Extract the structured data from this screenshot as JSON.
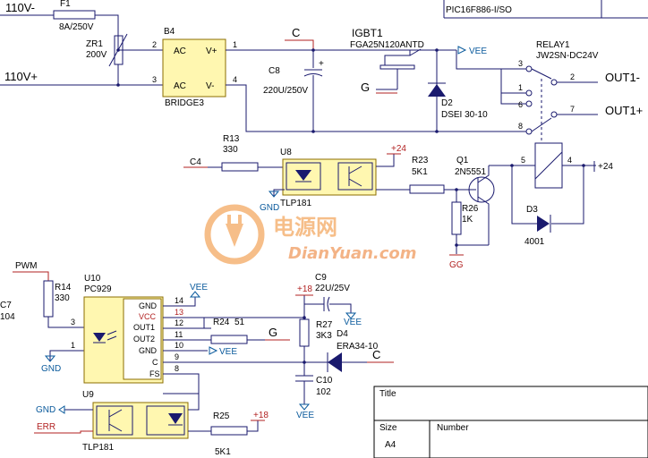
{
  "header": {
    "mcu_label": "PIC16F886-I/SO"
  },
  "power": {
    "line_neg": "110V-",
    "line_pos": "110V+",
    "fuse_ref": "F1",
    "fuse_val": "8A/250V",
    "zr_ref": "ZR1",
    "zr_val": "200V",
    "bridge_ref": "B4",
    "bridge_name": "BRIDGE3",
    "bridge_ac": "AC",
    "bridge_vplus": "V+",
    "bridge_vminus": "V-",
    "pin2": "2",
    "pin3": "3",
    "pin1": "1",
    "pin4": "4",
    "cap_ref": "C8",
    "cap_val": "220U/250V",
    "cap_plus": "+",
    "c_label": "C"
  },
  "igbt": {
    "ref": "IGBT1",
    "part": "FGA25N120ANTD",
    "gate": "G",
    "diode_ref": "D2",
    "diode_part": "DSEI 30-10",
    "vee": "VEE"
  },
  "relay": {
    "ref": "RELAY1",
    "part": "JW2SN-DC24V",
    "pins": [
      "3",
      "1",
      "6",
      "8",
      "2",
      "7",
      "5",
      "4"
    ],
    "out_neg": "OUT1-",
    "out_pos": "OUT1+",
    "plus24": "+24"
  },
  "driver": {
    "c4": "C4",
    "r13_ref": "R13",
    "r13_val": "330",
    "u8_ref": "U8",
    "u8_part": "TLP181",
    "gnd": "GND",
    "plus24": "+24",
    "r23_ref": "R23",
    "r23_val": "5K1",
    "q1_ref": "Q1",
    "q1_part": "2N5551",
    "r26_ref": "R26",
    "r26_val": "1K",
    "gg": "GG",
    "d3_ref": "D3",
    "d3_part": "4001"
  },
  "gate_drv": {
    "pwm": "PWM",
    "r14_ref": "R14",
    "r14_val": "330",
    "u10_ref": "U10",
    "u10_part": "PC929",
    "pins_left": [
      "3",
      "1"
    ],
    "pins_right": [
      "14",
      "13",
      "12",
      "11",
      "10",
      "9",
      "8"
    ],
    "pin_names": [
      "GND",
      "VCC",
      "OUT1",
      "OUT2",
      "GND",
      "C",
      "FS"
    ],
    "vee": "VEE",
    "gnd": "GND",
    "r24_ref": "R24",
    "r24_val": "51",
    "g": "G",
    "c9_ref": "C9",
    "c9_val": "22U/25V",
    "plus18": "+18",
    "r27_ref": "R27",
    "r27_val": "3K3",
    "d4_ref": "D4",
    "d4_part": "ERA34-10",
    "c": "C",
    "c10_ref": "C10",
    "c10_val": "102",
    "c7_ref": "C7",
    "c7_val": "104"
  },
  "err_block": {
    "u9_ref": "U9",
    "gnd": "GND",
    "err": "ERR",
    "part": "TLP181",
    "r25_ref": "R25",
    "r25_val": "5K1",
    "plus18": "+18"
  },
  "title_block": {
    "title": "Title",
    "size": "Size",
    "number": "Number",
    "size_val": "A4"
  },
  "watermark": {
    "cn": "电源网",
    "en": "DianYuan.com"
  }
}
